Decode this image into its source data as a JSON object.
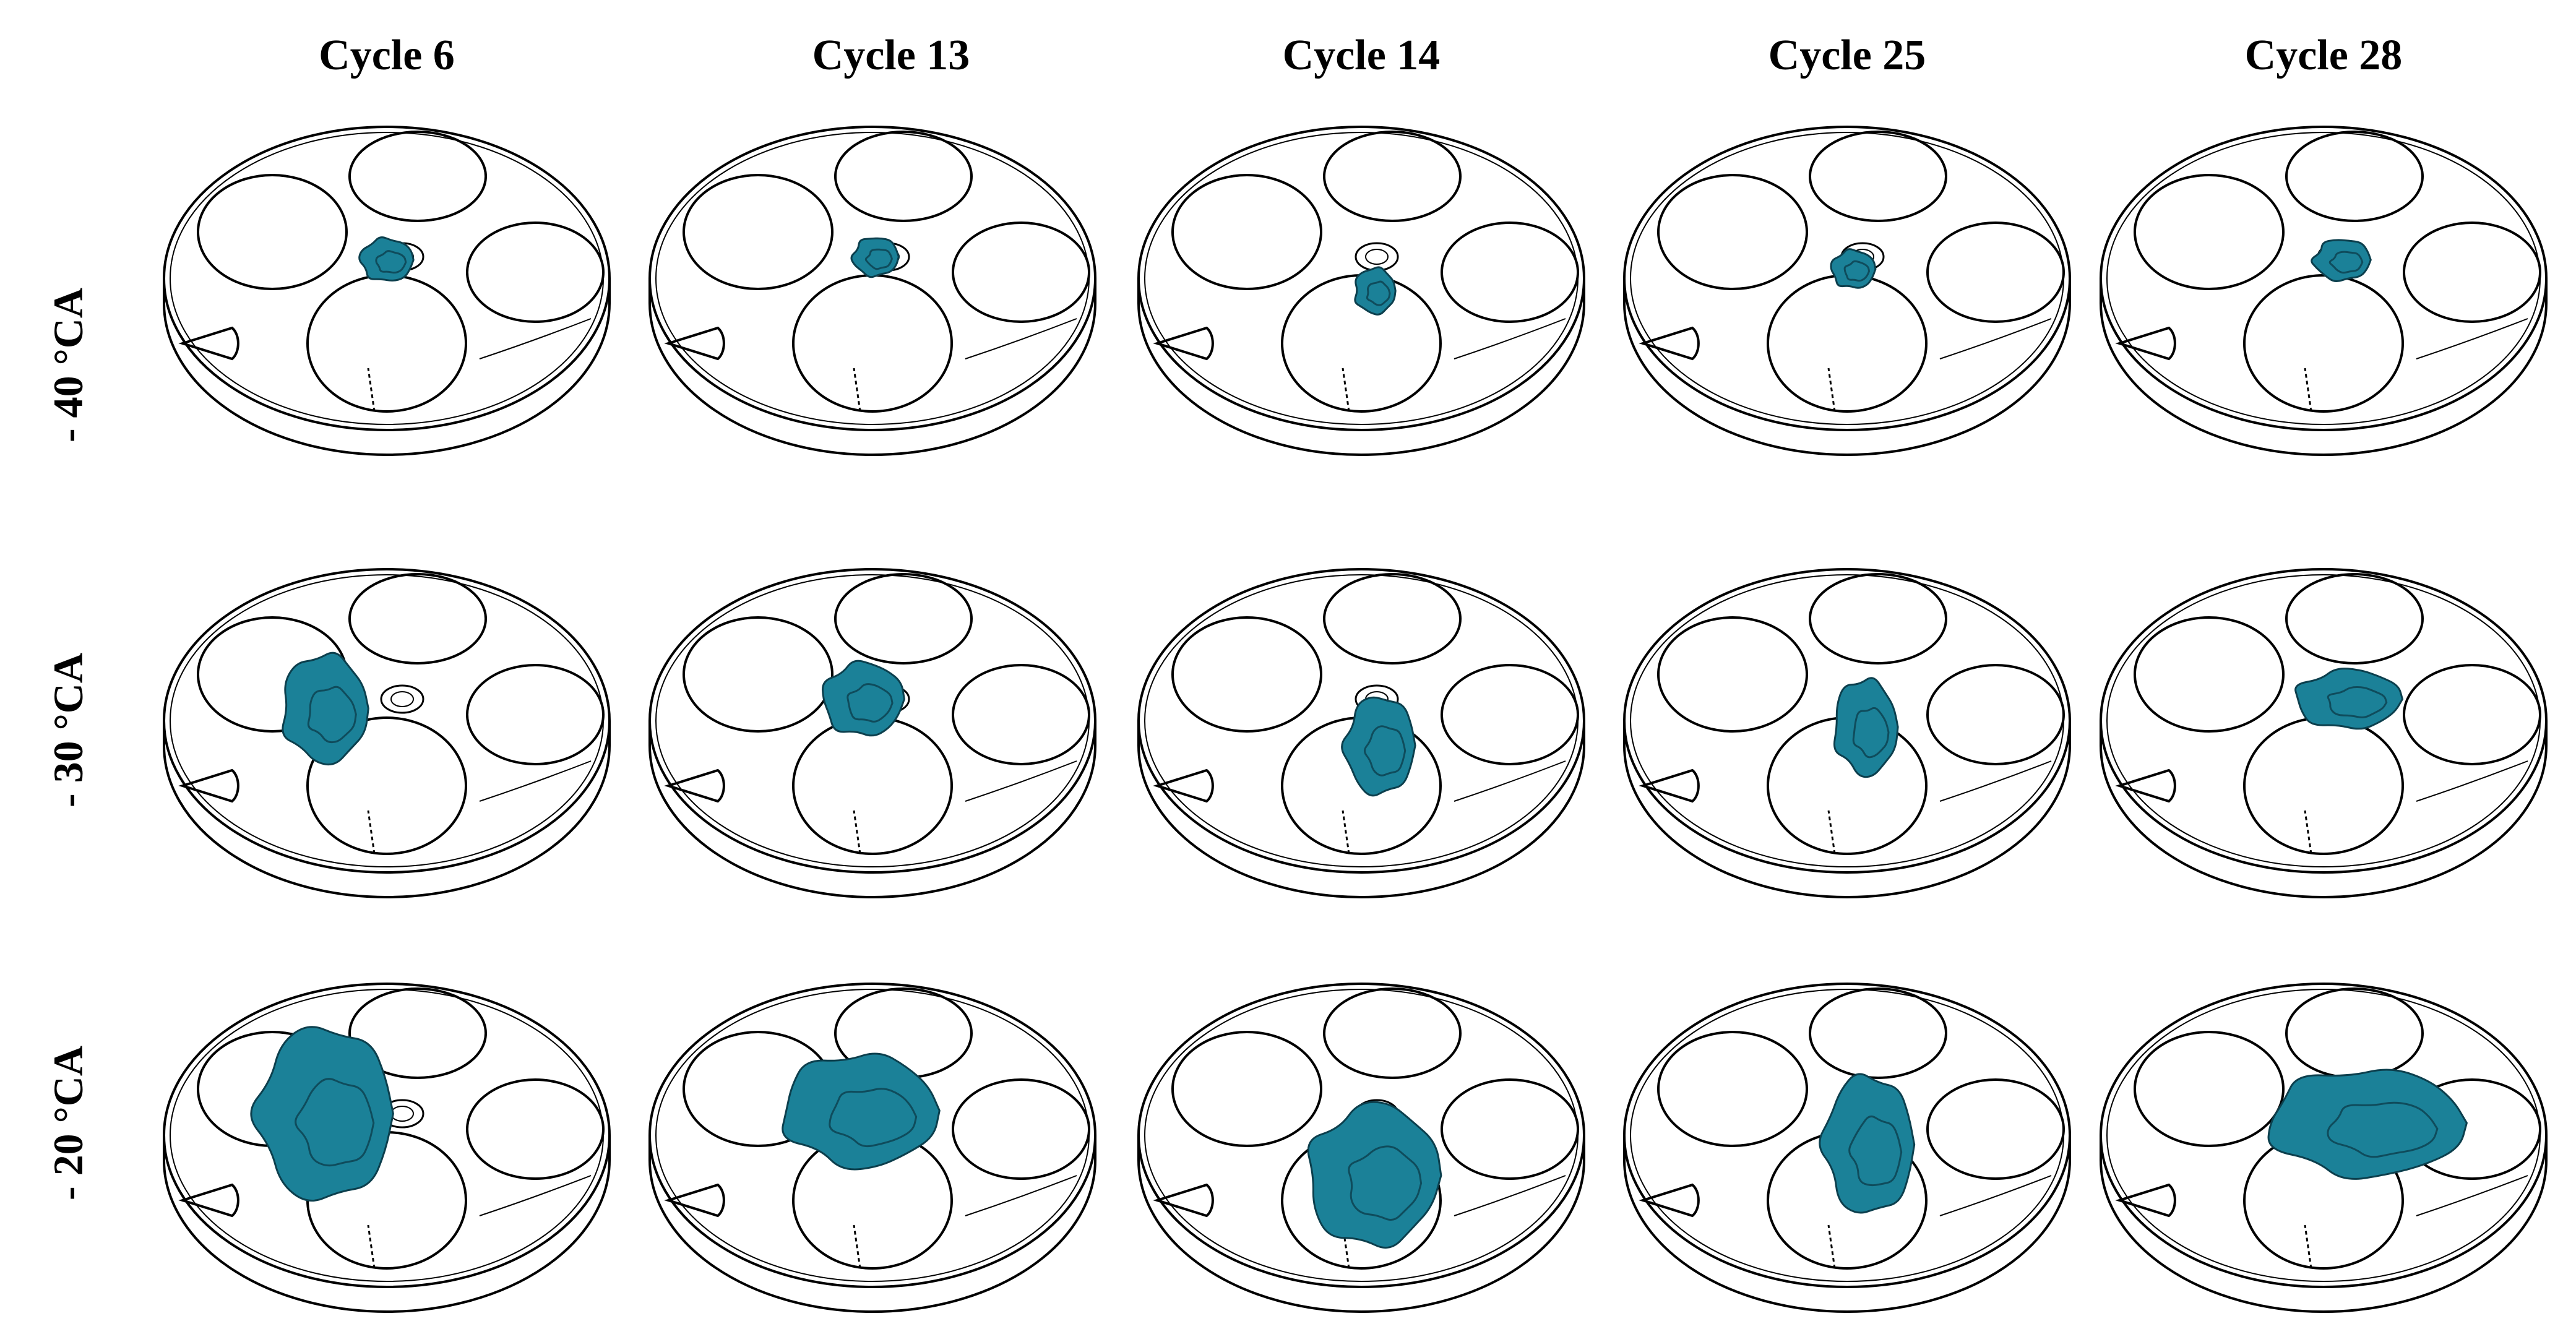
{
  "columns": [
    {
      "label": "Cycle 6"
    },
    {
      "label": "Cycle 13"
    },
    {
      "label": "Cycle 14"
    },
    {
      "label": "Cycle 25"
    },
    {
      "label": "Cycle 28"
    }
  ],
  "rows": [
    {
      "label": "- 40  °CA"
    },
    {
      "label": "- 30  °CA"
    },
    {
      "label": "- 20  °CA"
    }
  ],
  "colors": {
    "flame_kernel": "#1b8198",
    "flame_mesh": "#0c3f4d",
    "outline": "#000000",
    "background": "#ffffff"
  }
}
